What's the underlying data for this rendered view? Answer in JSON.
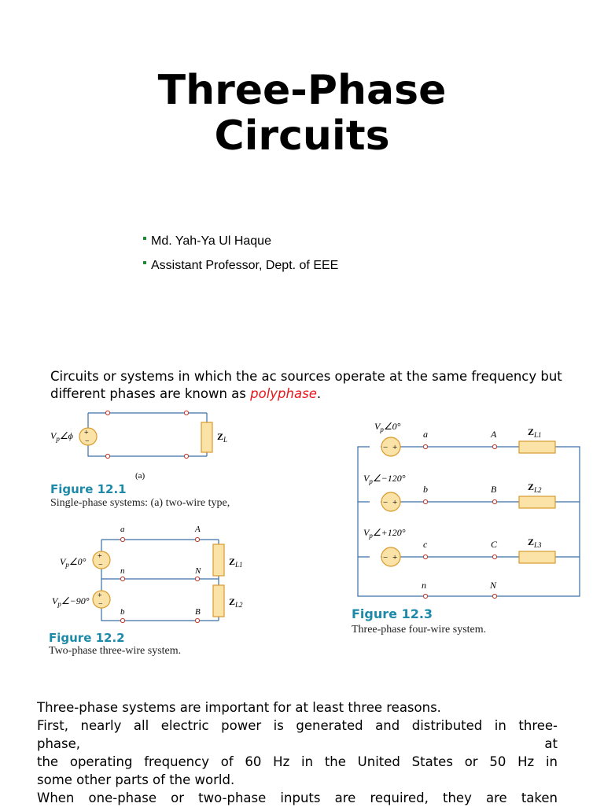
{
  "title_line1": "Three-Phase",
  "title_line2": "Circuits",
  "bullets": [
    "Md. Yah-Ya Ul Haque",
    "Assistant Professor, Dept. of EEE"
  ],
  "intro": {
    "text": "Circuits or systems in which the ac sources operate at the same frequency but different phases are known as ",
    "emph": "polyphase",
    "end": "."
  },
  "fig1": {
    "source_label": "V",
    "source_sub": "p",
    "source_angle": "∠ϕ",
    "load": "Z",
    "load_sub": "L",
    "part": "(a)",
    "caption": "Figure 12.1",
    "desc": "Single-phase systems: (a) two-wire type,"
  },
  "fig2": {
    "src1_angle": "∠0°",
    "src2_angle": "∠−90°",
    "nodes": [
      "a",
      "A",
      "n",
      "N",
      "b",
      "B"
    ],
    "loads": [
      "L1",
      "L2"
    ],
    "caption": "Figure 12.2",
    "desc": "Two-phase three-wire system."
  },
  "fig3": {
    "src_angles": [
      "∠0°",
      "∠−120°",
      "∠+120°"
    ],
    "nodes_left": [
      "a",
      "b",
      "c",
      "n"
    ],
    "nodes_right": [
      "A",
      "B",
      "C",
      "N"
    ],
    "loads": [
      "L1",
      "L2",
      "L3"
    ],
    "caption": "Figure 12.3",
    "desc": "Three-phase four-wire system."
  },
  "body": {
    "line1": "Three-phase systems are important for at least three reasons.",
    "line2": "First, nearly all electric power is generated and distributed in three-",
    "line3a": "phase,",
    "line3b": "at",
    "line4": "the operating frequency of 60 Hz in the United States or 50 Hz in",
    "line5": "some other parts of the world.",
    "line6": "When one-phase or two-phase inputs are required, they are taken"
  },
  "colors": {
    "wire": "#3a6fa8",
    "load_fill": "#fbe3a8",
    "load_stroke": "#d99a2b",
    "source_fill": "#fbe3a8",
    "caption": "#1c8aa8",
    "emph": "#e8161c"
  }
}
